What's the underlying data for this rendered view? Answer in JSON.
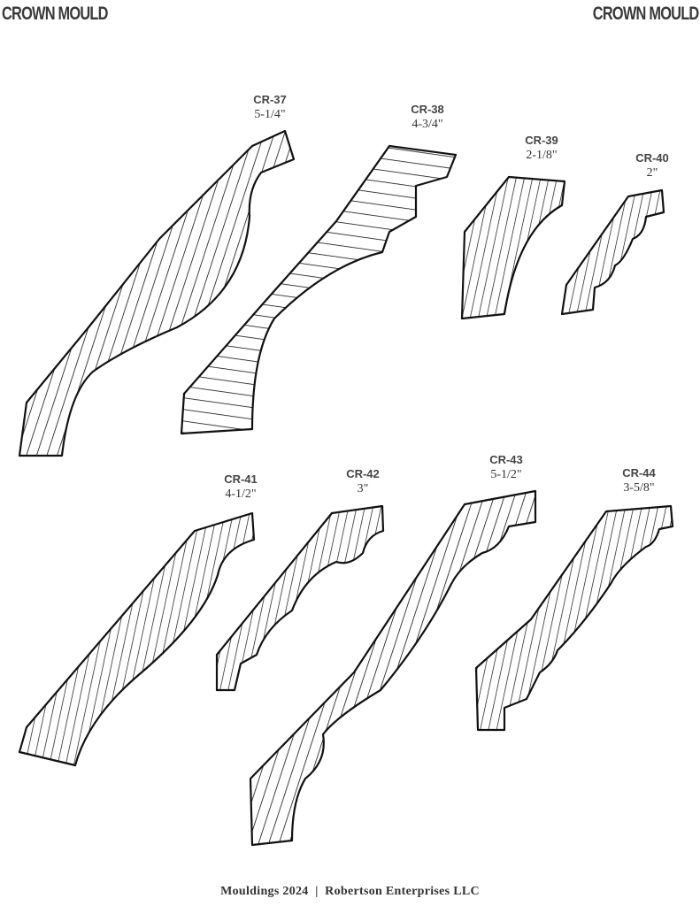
{
  "header": {
    "left_title": "CROWN MOULD",
    "right_title": "CROWN MOULD"
  },
  "profiles": [
    {
      "code": "CR-37",
      "size": "5-1/4\""
    },
    {
      "code": "CR-38",
      "size": "4-3/4\""
    },
    {
      "code": "CR-39",
      "size": "2-1/8\""
    },
    {
      "code": "CR-40",
      "size": "2\""
    },
    {
      "code": "CR-41",
      "size": "4-1/2\""
    },
    {
      "code": "CR-42",
      "size": "3\""
    },
    {
      "code": "CR-43",
      "size": "5-1/2\""
    },
    {
      "code": "CR-44",
      "size": "3-5/8\""
    }
  ],
  "footer": {
    "text": "Mouldings 2024  |  Robertson Enterprises LLC"
  },
  "colors": {
    "ink": "#111111",
    "header": "#3a3a3a"
  }
}
